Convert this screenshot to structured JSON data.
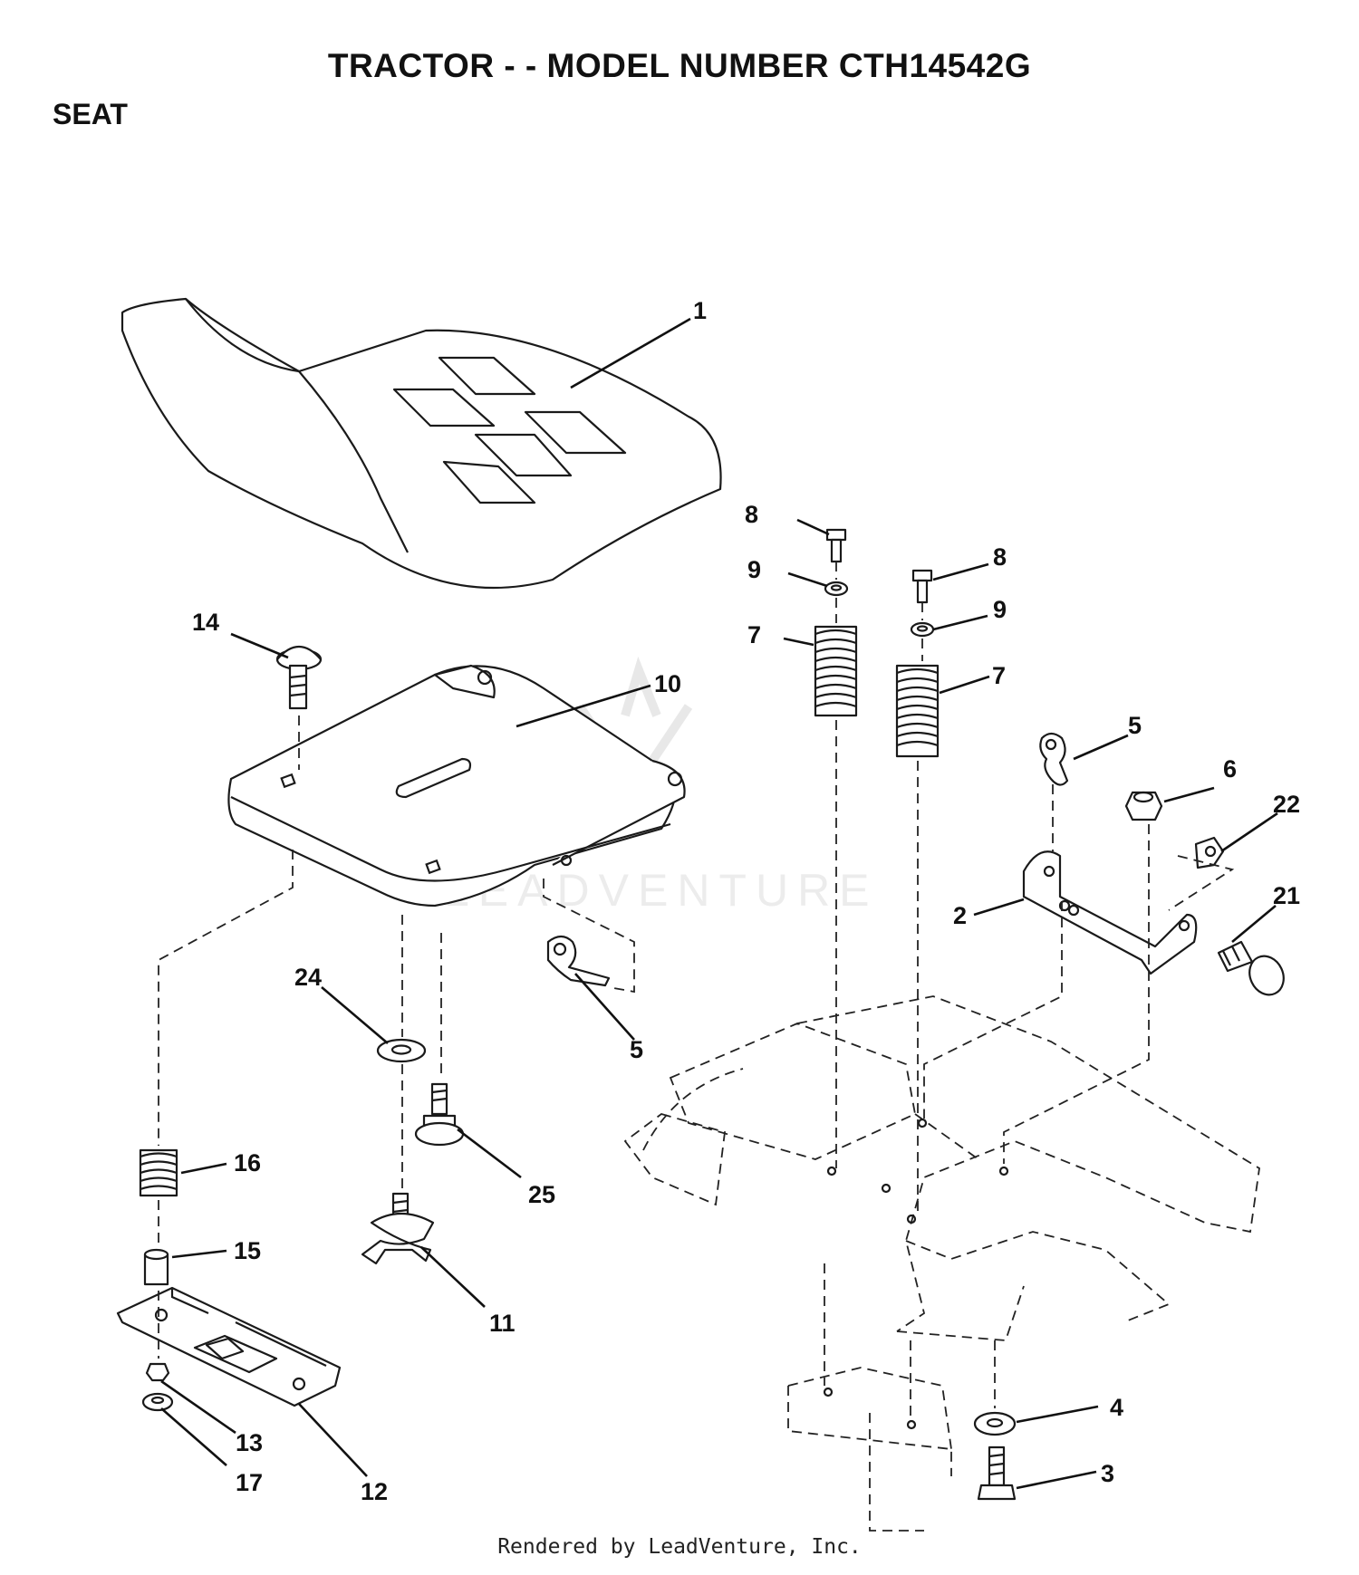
{
  "header": {
    "title": "TRACTOR - - MODEL NUMBER CTH14542G",
    "section": "SEAT"
  },
  "callouts": {
    "c1": "1",
    "c2": "2",
    "c3": "3",
    "c4": "4",
    "c5a": "5",
    "c5b": "5",
    "c6": "6",
    "c7a": "7",
    "c7b": "7",
    "c8a": "8",
    "c8b": "8",
    "c9a": "9",
    "c9b": "9",
    "c10": "10",
    "c11": "11",
    "c12": "12",
    "c13": "13",
    "c14": "14",
    "c15": "15",
    "c16": "16",
    "c17": "17",
    "c21": "21",
    "c22": "22",
    "c24": "24",
    "c25": "25"
  },
  "watermark": {
    "text": "LEADVENTURE"
  },
  "footer": {
    "text": "Rendered by LeadVenture, Inc."
  }
}
